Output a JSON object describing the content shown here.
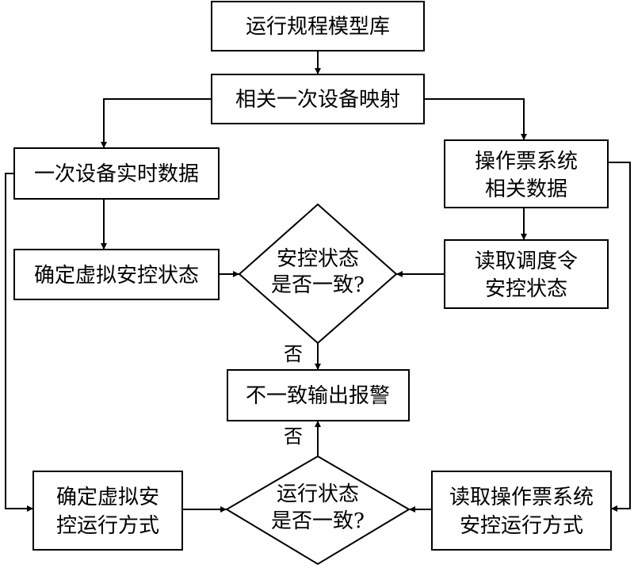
{
  "nodes": {
    "model_lib": "运行规程模型库",
    "mapping": "相关一次设备映射",
    "realtime": "一次设备实时数据",
    "ticket_data": [
      "操作票系统",
      "相关数据"
    ],
    "virtual_state": "确定虚拟安控状态",
    "decision_state": [
      "安控状态",
      "是否一致?"
    ],
    "read_dispatch": [
      "读取调度令",
      "安控状态"
    ],
    "alarm": "不一致输出报警",
    "virtual_mode": [
      "确定虚拟安",
      "控运行方式"
    ],
    "decision_mode": [
      "运行状态",
      "是否一致?"
    ],
    "read_ticket_mode": [
      "读取操作票系统",
      "安控运行方式"
    ]
  },
  "edge_labels": {
    "no_top": "否",
    "no_bottom": "否"
  }
}
